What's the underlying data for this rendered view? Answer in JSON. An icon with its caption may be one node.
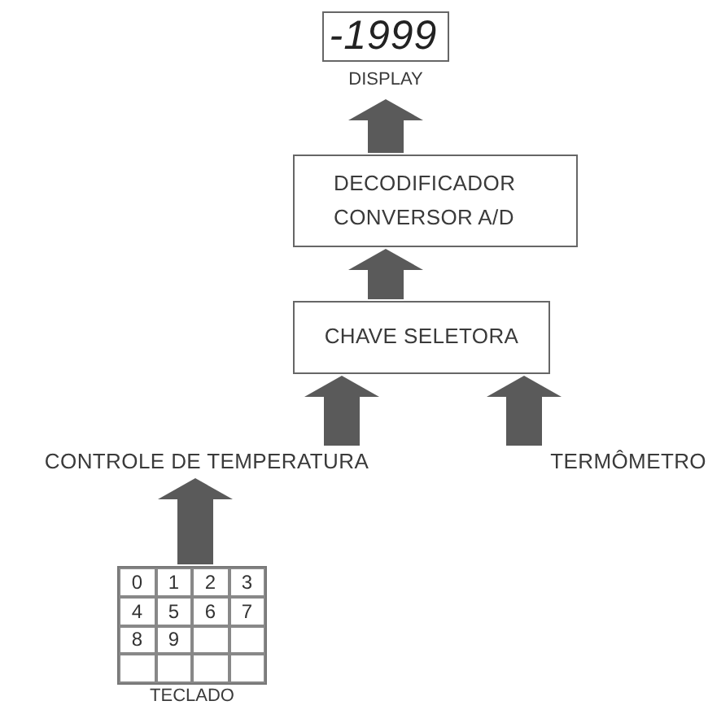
{
  "diagram": {
    "nodes": [
      {
        "text": [
          "-1999"
        ],
        "beside": [
          "DISPLAY"
        ]
      },
      {
        "text": [
          "DECODIFICADOR CONVERSOR A/D"
        ]
      },
      {
        "text": [
          "CHAVE SELETORA"
        ]
      },
      {
        "text": [
          "CONTROLE DE TEMPERATURA"
        ]
      },
      {
        "text": [
          "TERMÔMETRO"
        ]
      },
      {
        "text": [
          "0",
          "1",
          "2",
          "3",
          "4",
          "5",
          "6",
          "7",
          "8",
          "9"
        ],
        "beside": [
          "TECLADO"
        ]
      }
    ],
    "edges": [
      {
        "from": 1,
        "to": 0,
        "arrow": "to"
      },
      {
        "from": 2,
        "to": 1,
        "arrow": "to"
      },
      {
        "from": 3,
        "to": 2,
        "arrow": "to"
      },
      {
        "from": 4,
        "to": 2,
        "arrow": "to"
      },
      {
        "from": 5,
        "to": 3,
        "arrow": "to"
      }
    ]
  }
}
